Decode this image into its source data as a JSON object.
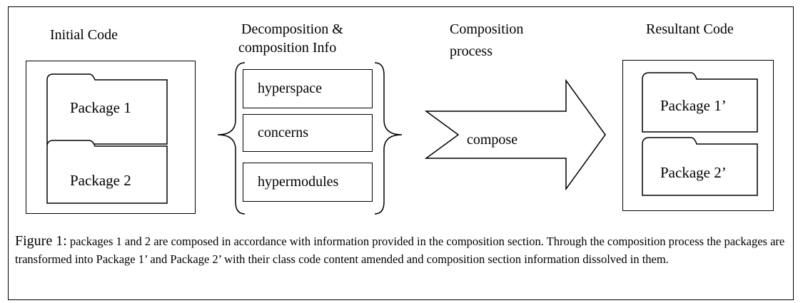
{
  "headings": {
    "initial": "Initial Code",
    "decomp_line1": "Decomposition &",
    "decomp_line2": "composition Info",
    "process_line1": "Composition",
    "process_line2": "process",
    "resultant": "Resultant Code"
  },
  "initial_packages": [
    "Package 1",
    "Package 2"
  ],
  "info_items": [
    "hyperspace",
    "concerns",
    "hypermodules"
  ],
  "arrow_label": "compose",
  "resultant_packages": [
    "Package 1’",
    "Package 2’"
  ],
  "caption": {
    "figure_number": "Figure 1:",
    "text": " packages 1 and 2 are composed in accordance with information provided in the composition section. Through the composition process the packages are transformed into Package 1’ and Package 2’ with their class code content amended and composition section information dissolved in them."
  }
}
